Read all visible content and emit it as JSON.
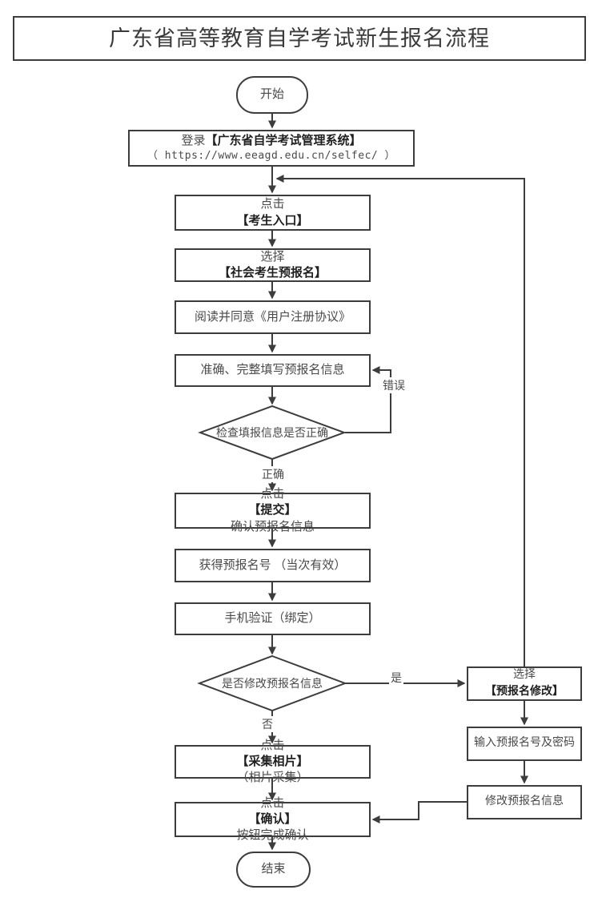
{
  "title": "广东省高等教育自学考试新生报名流程",
  "nodes": {
    "start": {
      "label": "开始"
    },
    "login": {
      "line1": "登录【广东省自学考试管理系统】",
      "line2": "（ https://www.eeagd.edu.cn/selfec/ ）"
    },
    "entry": {
      "label": "点击【考生入口】"
    },
    "choose_prereg": {
      "label": "选择【社会考生预报名】"
    },
    "agreement": {
      "label": "阅读并同意《用户注册协议》"
    },
    "fill_info": {
      "label": "准确、完整填写预报名信息"
    },
    "check_info": {
      "label": "检查填报信息是否正确"
    },
    "submit": {
      "label": "点击【提交】确认预报名信息"
    },
    "get_number": {
      "label": "获得预报名号 （当次有效）"
    },
    "phone_verify": {
      "label": "手机验证（绑定）"
    },
    "modify_decision": {
      "label": "是否修改预报名信息"
    },
    "choose_modify": {
      "line1": "选择",
      "line2": "【预报名修改】"
    },
    "enter_credentials": {
      "label": "输入预报名号及密码"
    },
    "modify_info": {
      "label": "修改预报名信息"
    },
    "capture_photo": {
      "label": "点击【采集相片】（相片采集）"
    },
    "confirm": {
      "label": "点击【确认】按钮完成确认"
    },
    "end": {
      "label": "结束"
    }
  },
  "edge_labels": {
    "error": "错误",
    "correct": "正确",
    "yes": "是",
    "no": "否"
  },
  "colors": {
    "line": "#3d3d3d",
    "text": "#4a4a4a",
    "background": "#ffffff"
  }
}
